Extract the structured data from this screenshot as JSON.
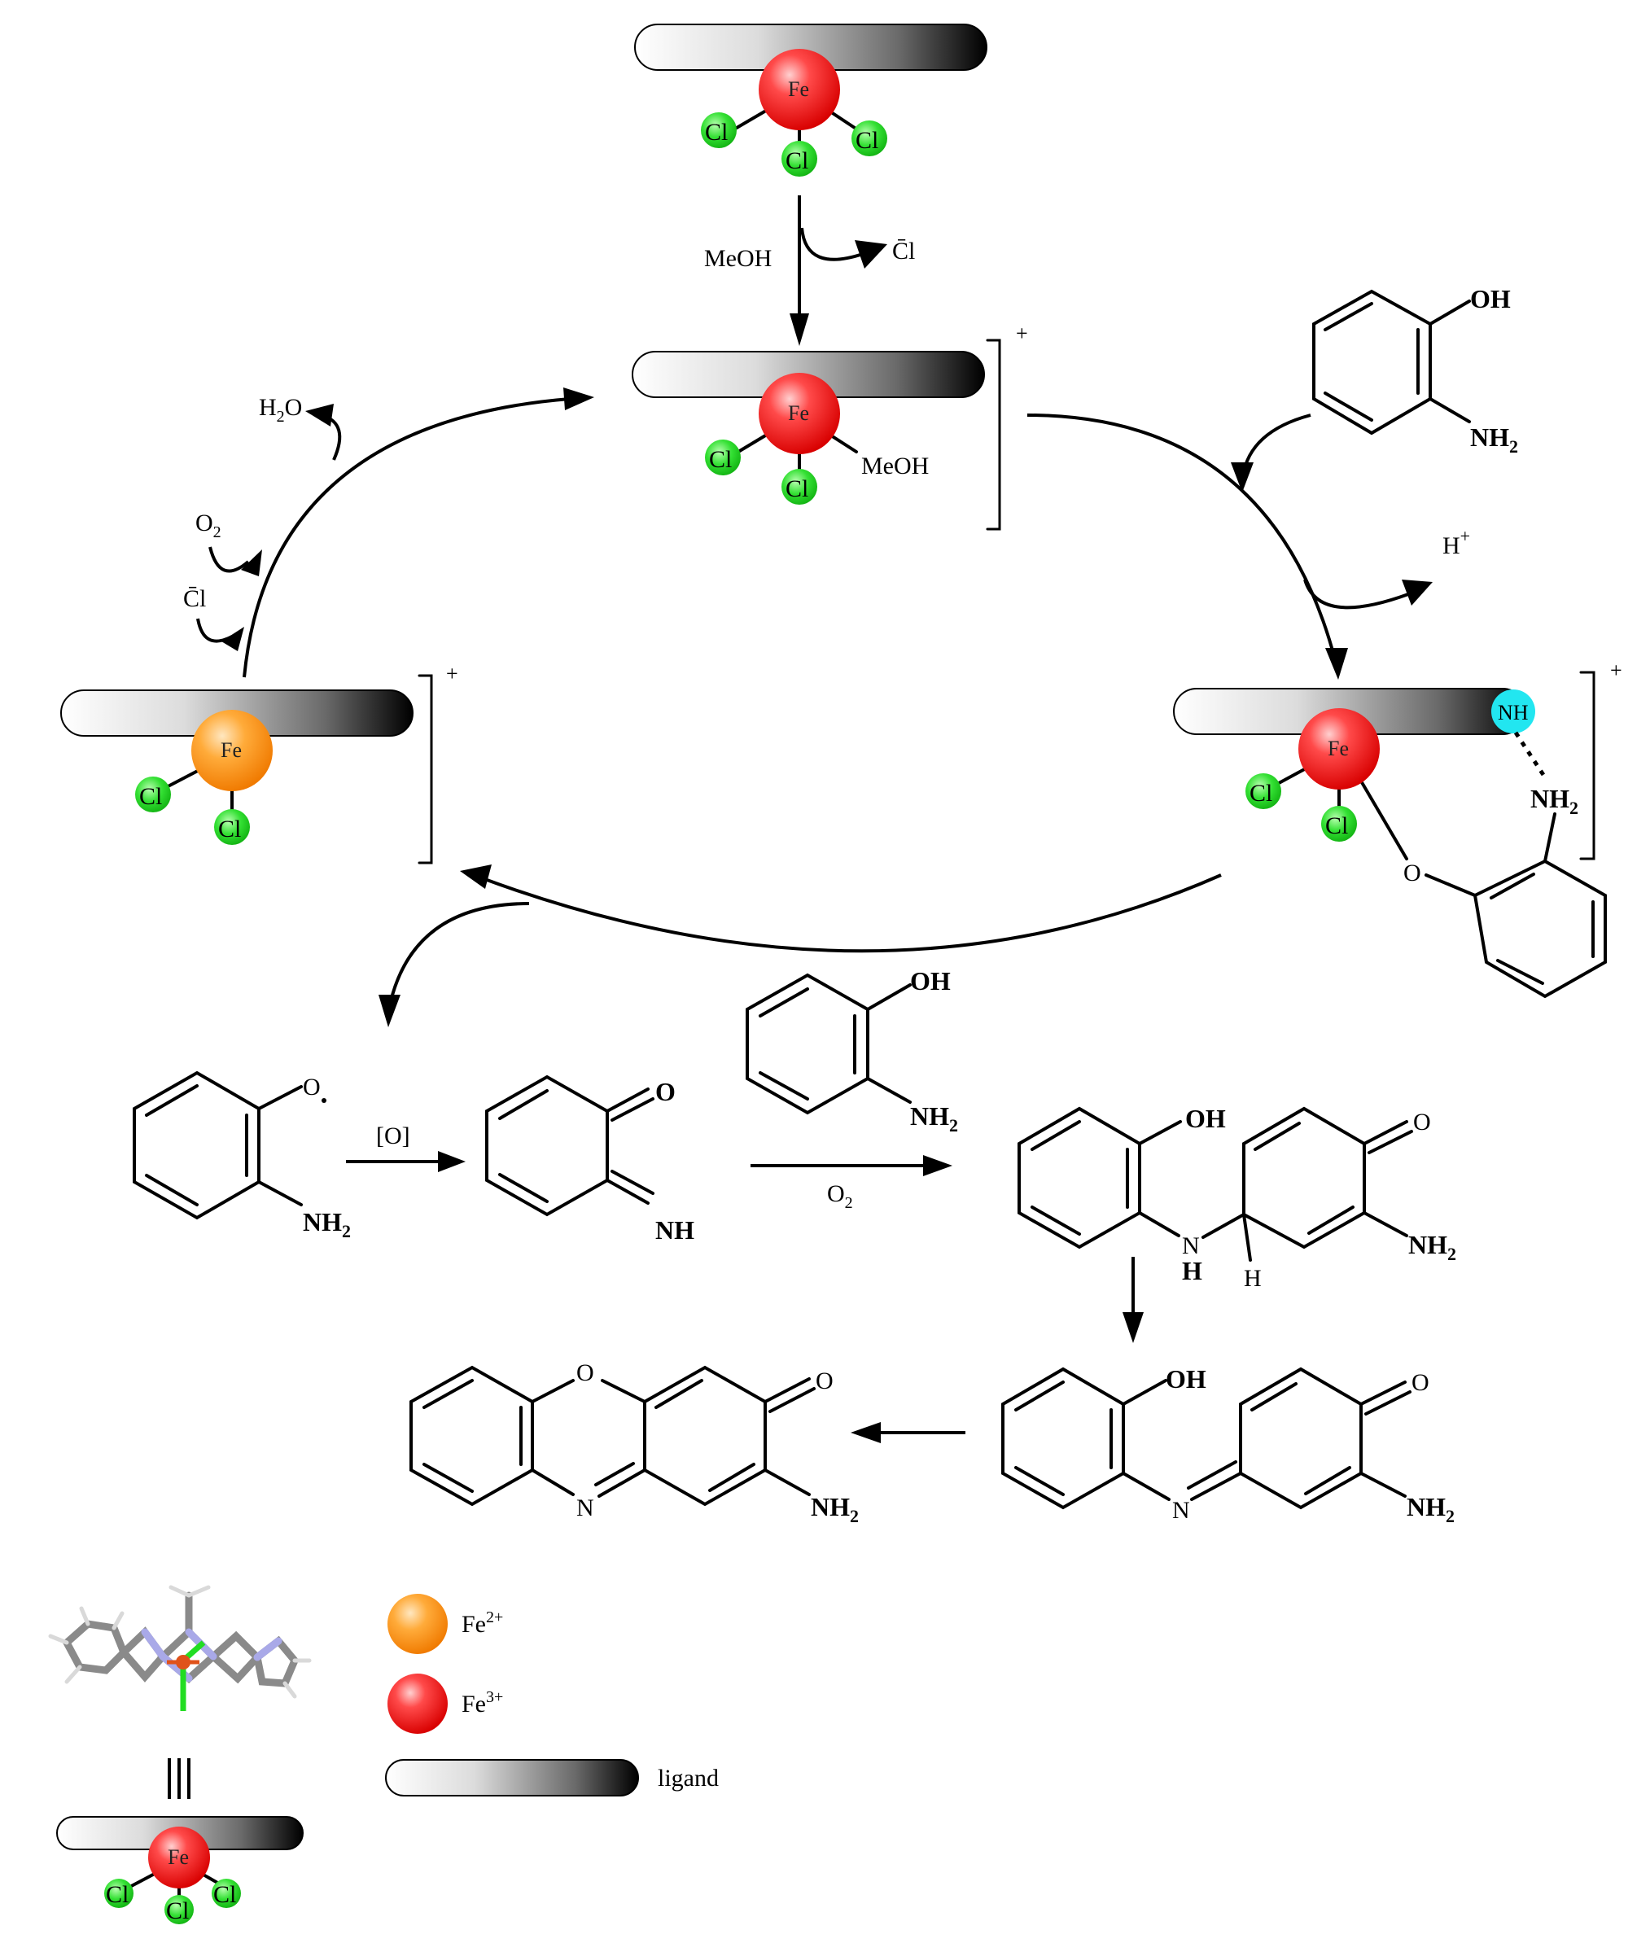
{
  "labels": {
    "fe": "Fe",
    "cl": "Cl",
    "cl_minus": "C̄l",
    "meoh": "MeOH",
    "h2o": "H2O",
    "o2": "O2",
    "h_plus": "H+",
    "oh": "OH",
    "nh2": "NH2",
    "nh": "NH",
    "n": "N",
    "o": "O",
    "h": "H",
    "oxidant": "[O]",
    "charge_plus": "+"
  },
  "legend": {
    "fe2": "Fe2+",
    "fe3": "Fe3+",
    "ligand": "ligand"
  },
  "colors": {
    "fe3": "#ff2020",
    "fe2": "#ff9a1a",
    "cl": "#22dd22",
    "nh": "#22e6f0",
    "ligand_dark": "#000000",
    "ligand_light": "#ffffff"
  }
}
